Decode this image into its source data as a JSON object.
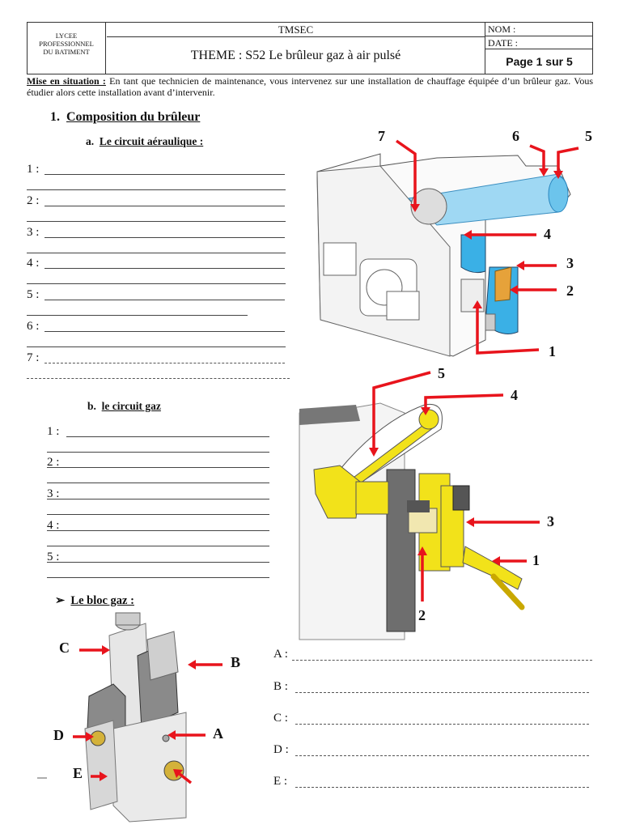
{
  "header": {
    "school": [
      "LYCEE",
      "PROFESSIONNEL",
      "DU BATIMENT"
    ],
    "course": "TMSEC",
    "theme": "THEME : S52 Le brûleur gaz à air pulsé",
    "nom_label": "NOM :",
    "date_label": "DATE :",
    "page": "Page 1 sur 5"
  },
  "intro": {
    "label": "Mise en situation :",
    "text": " En tant que technicien de maintenance, vous intervenez sur une installation de chauffage équipée d’un brûleur gaz. Vous étudier alors cette installation avant d’intervenir."
  },
  "section1": {
    "title_num": "1.",
    "title": "Composition du brûleur",
    "sub_a": {
      "num": "a.",
      "title": "Le circuit aéraulique :",
      "items": [
        "1 :",
        "2 :",
        "3 :",
        "4 :",
        "5 :",
        "6 :",
        "7 :"
      ]
    },
    "sub_b": {
      "num": "b.",
      "title": "le circuit gaz",
      "items": [
        "1 :",
        "2 :",
        "3 :",
        "4 :",
        "5 :"
      ]
    },
    "bloc": {
      "bullet": "➢",
      "title": "Le bloc gaz :",
      "items": [
        "A :",
        "B :",
        "C :",
        "D :",
        "E :"
      ]
    }
  },
  "figures": {
    "air_circuit": {
      "callouts": [
        "1",
        "2",
        "3",
        "4",
        "5",
        "6",
        "7"
      ]
    },
    "gas_circuit": {
      "callouts": [
        "1",
        "2",
        "3",
        "4",
        "5"
      ]
    },
    "gas_block": {
      "callouts": [
        "A",
        "B",
        "C",
        "D",
        "E"
      ]
    }
  },
  "colors": {
    "arrow": "#e8141c",
    "air_blue": "#3ab0e6",
    "gas_yellow": "#f2e21a"
  }
}
